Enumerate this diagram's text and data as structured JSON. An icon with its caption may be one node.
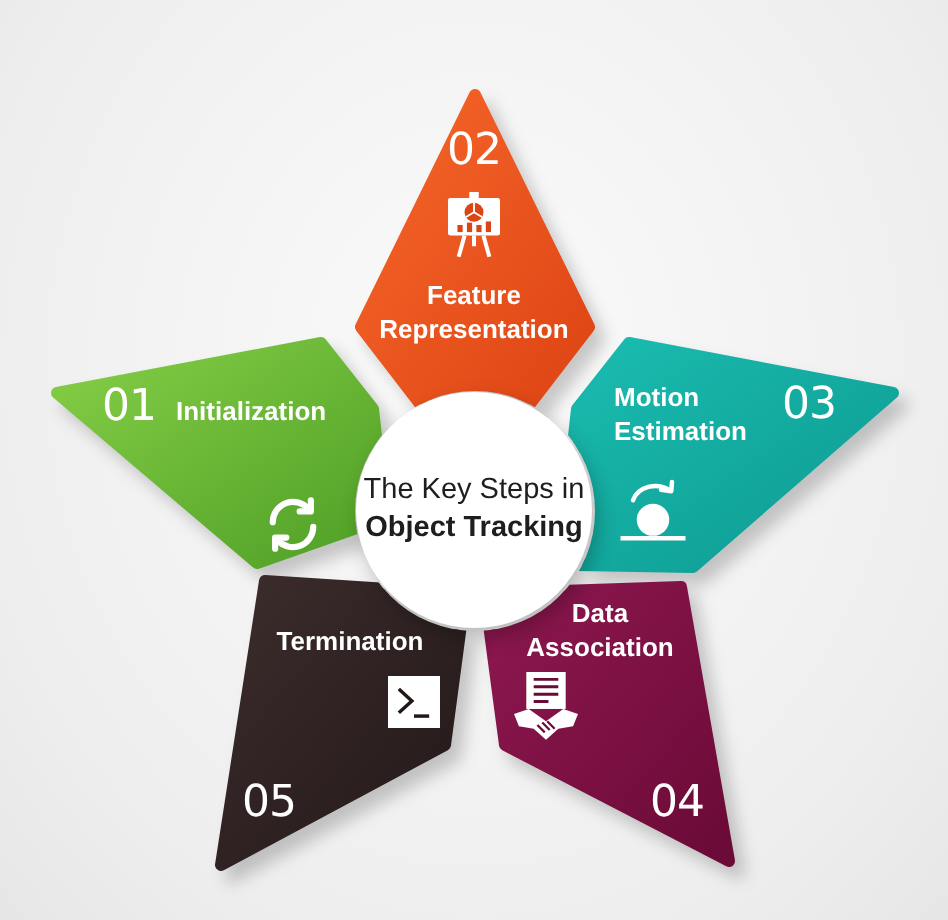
{
  "diagram": {
    "nodes": [
      {
        "text": [
          "The Key Steps in **Object Tracking**"
        ]
      },
      {
        "text": [
          "01",
          "Initialization"
        ]
      },
      {
        "text": [
          "02",
          "Feature Representation"
        ]
      },
      {
        "text": [
          "Motion Estimation",
          "03"
        ]
      },
      {
        "text": [
          "Data Association",
          "04"
        ]
      },
      {
        "text": [
          "Termination",
          "05"
        ]
      }
    ]
  }
}
